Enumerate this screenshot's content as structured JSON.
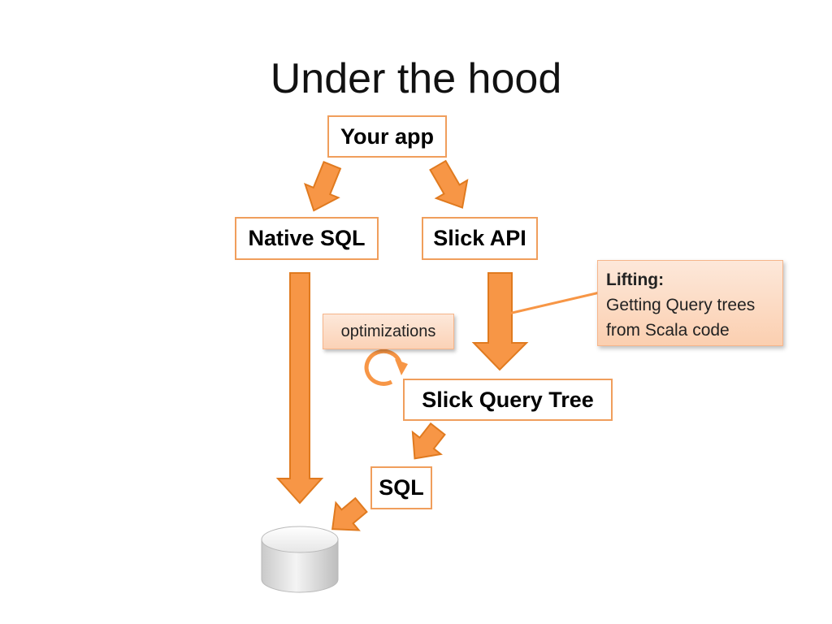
{
  "slide": {
    "title": "Under the hood"
  },
  "boxes": {
    "your_app": "Your app",
    "native_sql": "Native SQL",
    "slick_api": "Slick API",
    "slick_query_tree": "Slick Query Tree",
    "sql": "SQL"
  },
  "optimizations_label": "optimizations",
  "callout": {
    "title": "Lifting:",
    "body": "Getting Query trees\nfrom Scala code"
  },
  "colors": {
    "arrow_fill": "#f79646",
    "arrow_stroke": "#e07a1f",
    "box_border": "#f09e5c",
    "callout_fill": "#fcd9c3"
  },
  "icons": {
    "database": "database-icon",
    "cycle": "cycle-arrow-icon"
  }
}
